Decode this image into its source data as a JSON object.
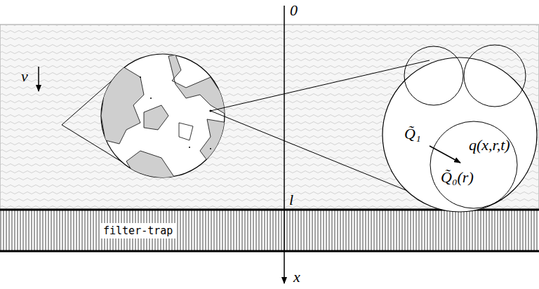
{
  "diagram": {
    "nodes": [
      {
        "text": [
          "filter-trap"
        ]
      }
    ],
    "labels": [
      "0",
      "v",
      "l",
      "x",
      "Q̃₁",
      "q(x,r,t)",
      "Q̃₀(r)"
    ]
  }
}
